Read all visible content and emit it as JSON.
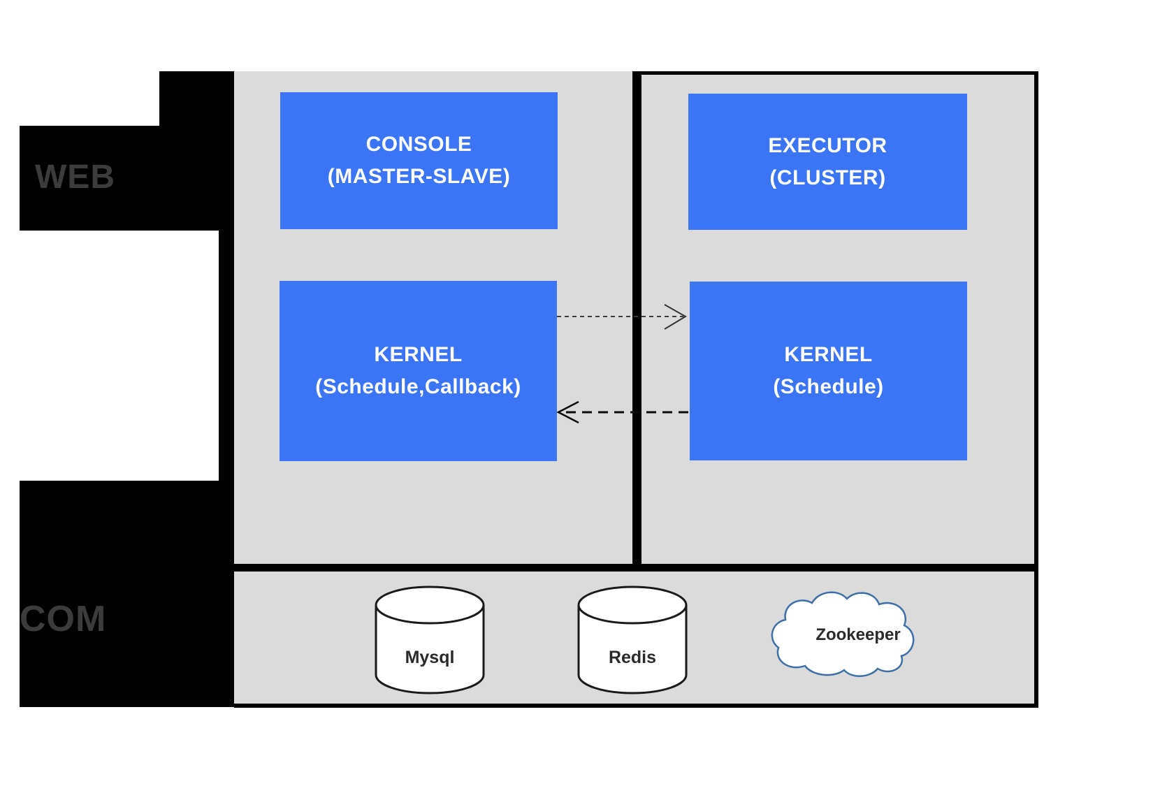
{
  "sections": {
    "web_label": "WEB",
    "com_label": "COM"
  },
  "nodes": {
    "console": {
      "line1": "CONSOLE",
      "line2": "(MASTER-SLAVE)"
    },
    "executor": {
      "line1": "EXECUTOR",
      "line2": "(CLUSTER)"
    },
    "kernel_left": {
      "line1": "KERNEL",
      "line2": "(Schedule,Callback)"
    },
    "kernel_right": {
      "line1": "KERNEL",
      "line2": "(Schedule)"
    }
  },
  "datastores": {
    "mysql": "Mysql",
    "redis": "Redis",
    "zookeeper": "Zookeeper"
  },
  "colors": {
    "node_blue": "#3b74f5",
    "panel_gray": "#dbdbdb",
    "structure_black": "#000000",
    "section_label_gray": "#3c3c3c",
    "cloud_stroke_blue": "#3d6fa8",
    "node_text": "#ffffff",
    "shape_text": "#2a2a2a"
  }
}
